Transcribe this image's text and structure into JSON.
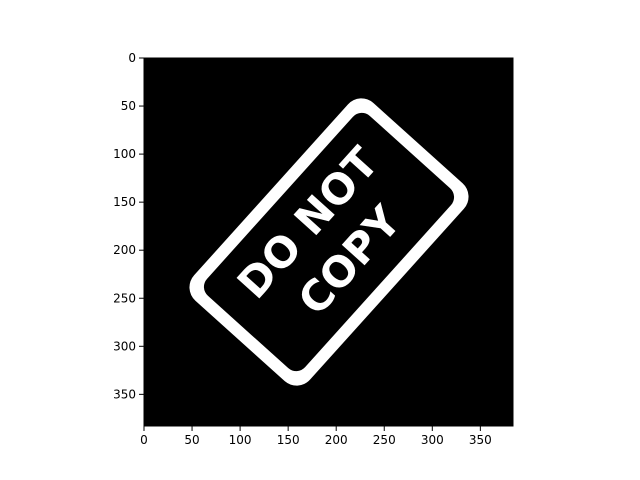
{
  "figure": {
    "background_color": "#ffffff",
    "axes_color": "#000000",
    "image": {
      "description_colors": {
        "field": "#000000",
        "stamp": "#ffffff"
      },
      "stamp": {
        "line1": "DO NOT",
        "line2": "COPY"
      }
    },
    "x_axis": {
      "ticks": [
        "0",
        "50",
        "100",
        "150",
        "200",
        "250",
        "300",
        "350"
      ]
    },
    "y_axis": {
      "ticks": [
        "0",
        "50",
        "100",
        "150",
        "200",
        "250",
        "300",
        "350"
      ]
    }
  }
}
